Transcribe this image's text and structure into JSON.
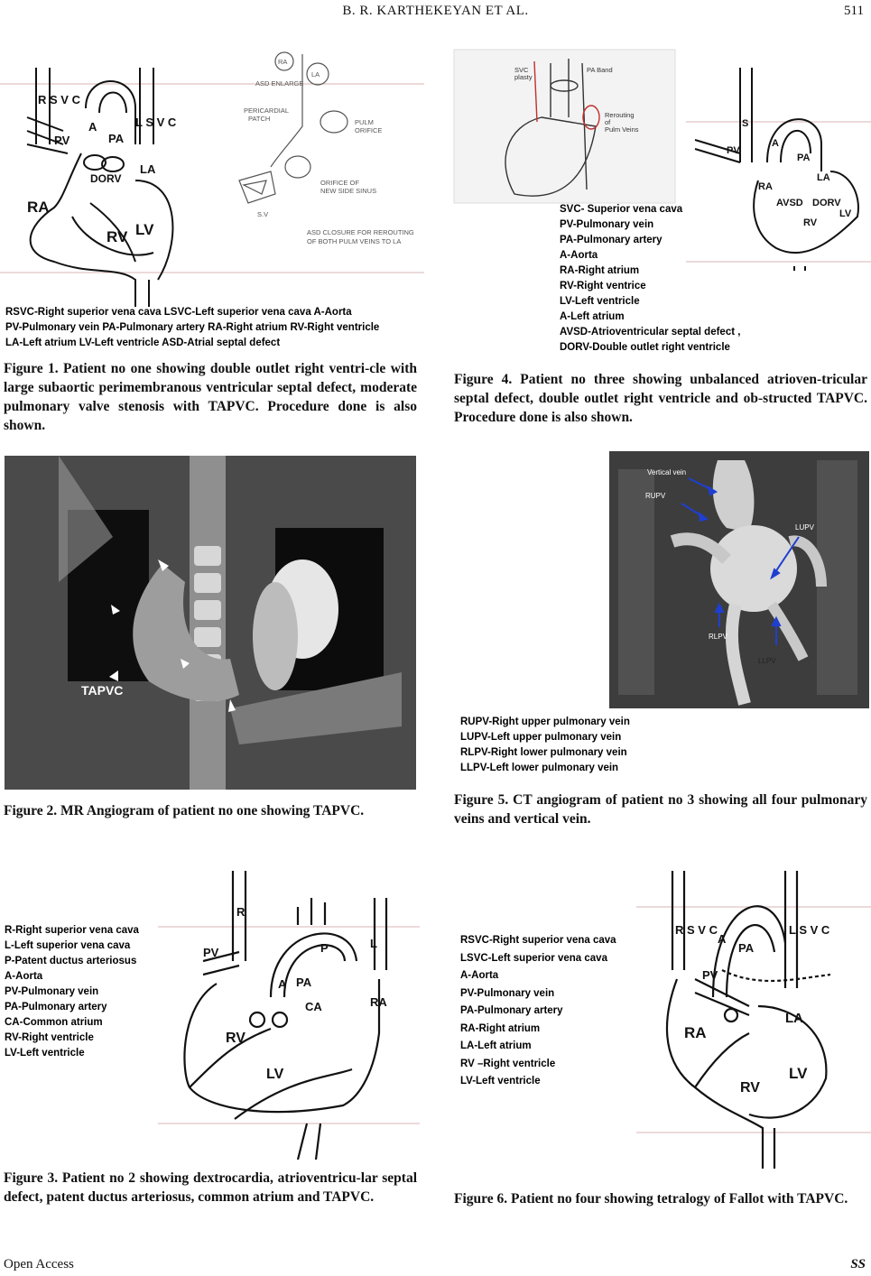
{
  "header": {
    "running_title": "B. R. KARTHEKEYAN    ET    AL.",
    "page_number": "511"
  },
  "figure1": {
    "legend": [
      "RSVC-Right superior vena cava    LSVC-Left superior vena cava A-Aorta",
      "PV-Pulmonary vein   PA-Pulmonary artery RA-Right atrium  RV-Right ventricle",
      "LA-Left atrium   LV-Left  ventricle   ASD-Atrial septal  defect"
    ],
    "caption": "Figure 1. Patient no one showing double outlet right ventri-cle with large subaortic perimembranous ventricular septal defect, moderate pulmonary valve stenosis with TAPVC. Procedure done is also shown.",
    "drawing_labels": [
      "R S V C",
      "L S V C",
      "A",
      "PA",
      "PV",
      "RA",
      "LA",
      "DORV",
      "RV",
      "LV"
    ],
    "sketch_labels": [
      "RA",
      "LA",
      "ASD ENLARGE",
      "PERICARDIAL PATCH",
      "PULM ORIFICE",
      "ORIFICE OF NEW SIDE SINUS",
      "S.V",
      "ASD CLOSURE FOR REROUTING OF BOTH PULM VEINS TO LA"
    ]
  },
  "figure2": {
    "label": "TAPVC",
    "caption": "Figure 2. MR Angiogram of patient no one showing TAPVC."
  },
  "figure3": {
    "legend": [
      "R-Right superior vena cava",
      "L-Left superior vena cava",
      "P-Patent ductus arteriosus",
      "A-Aorta",
      "PV-Pulmonary vein",
      "PA-Pulmonary artery",
      "CA-Common atrium",
      "RV-Right ventricle",
      "LV-Left ventricle"
    ],
    "drawing_labels": [
      "R",
      "L",
      "P",
      "PV",
      "A",
      "PA",
      "CA",
      "RV",
      "LV",
      "RA"
    ],
    "caption": "Figure 3. Patient no 2 showing dextrocardia, atrioventricu-lar septal defect, patent ductus arteriosus, common atrium and TAPVC."
  },
  "figure4": {
    "sketch_labels": [
      "SVC plasty",
      "PA Band",
      "Rerouting of Pulm Veins"
    ],
    "drawing_labels": [
      "S",
      "A",
      "PA",
      "PV",
      "RA",
      "LA",
      "AVSD",
      "DORV",
      "RV",
      "LV"
    ],
    "legend": [
      "SVC- Superior vena cava",
      "PV-Pulmonary vein",
      "PA-Pulmonary artery",
      "A-Aorta",
      "RA-Right atrium",
      "RV-Right ventrice",
      "LV-Left ventricle",
      "A-Left atrium",
      "AVSD-Atrioventricular septal defect ,",
      "DORV-Double outlet right ventricle"
    ],
    "caption": "Figure 4. Patient no three showing unbalanced atrioven-tricular septal defect, double outlet right ventricle and ob-structed TAPVC. Procedure done is also shown."
  },
  "figure5": {
    "image_labels": [
      "Vertical vein",
      "RUPV",
      "LUPV",
      "RLPV",
      "LLPV"
    ],
    "legend": [
      "RUPV-Right upper pulmonary vein",
      "LUPV-Left upper pulmonary vein",
      "RLPV-Right lower pulmonary vein",
      "LLPV-Left lower pulmonary vein"
    ],
    "caption": "Figure 5. CT angiogram of patient no 3 showing all four pulmonary veins and vertical vein."
  },
  "figure6": {
    "legend": [
      "RSVC-Right superior vena cava",
      "LSVC-Left superior vena cava",
      "A-Aorta",
      "PV-Pulmonary vein",
      "PA-Pulmonary artery",
      "RA-Right atrium",
      "LA-Left atrium",
      "RV –Right ventricle",
      "LV-Left ventricle"
    ],
    "drawing_labels": [
      "R S V C",
      "L S V C",
      "A",
      "PA",
      "PV",
      "RA",
      "LA",
      "RV",
      "LV"
    ],
    "caption": "Figure 6. Patient no four showing tetralogy of Fallot with TAPVC."
  },
  "footer": {
    "left": "Open  Access",
    "right": "SS"
  }
}
